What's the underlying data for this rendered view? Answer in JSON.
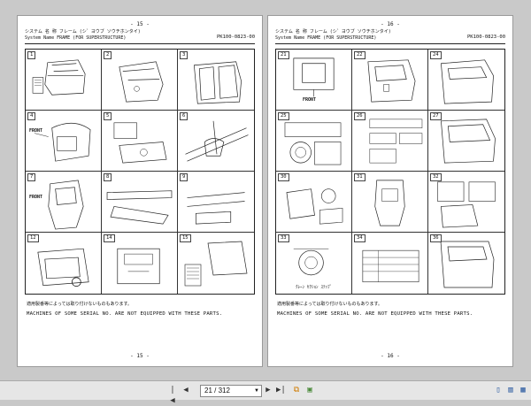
{
  "left_page": {
    "page_top": "- 15 -",
    "page_bottom": "- 15 -",
    "header_jp": "システム 名 称    フレーム (シ゛ヨウブ ソウチホンタイ)",
    "header_en": "System  Name    FRAME (FOR SUPERSTRUCTURE)",
    "code": "PK100-0823-00",
    "cells": [
      "1",
      "2",
      "3",
      "4",
      "5",
      "6",
      "7",
      "8",
      "9",
      "12",
      "14",
      "15"
    ],
    "labels": {
      "front1": "FRONT",
      "front2": "FRONT"
    },
    "note_jp": "適用製番等によっては取り付けないものもあります。",
    "note_en": "MACHINES OF SOME SERIAL NO. ARE NOT EQUIPPED WITH THESE PARTS."
  },
  "right_page": {
    "page_top": "- 16 -",
    "page_bottom": "- 16 -",
    "header_jp": "システム 名 称    フレーム (シ゛ヨウブ ソウチホンタイ)",
    "header_en": "System  Name    FRAME (FOR SUPERSTRUCTURE)",
    "code": "PK100-0823-00",
    "cells": [
      "21",
      "22",
      "24",
      "25",
      "26",
      "27",
      "30",
      "31",
      "32",
      "33",
      "34",
      "36"
    ],
    "labels": {
      "front": "FRONT",
      "step": "ｸﾚｰﾝ ｾｸｼｮﾝ ｽﾃｯﾌﾟ"
    },
    "note_jp": "適用製番等によっては取り付けないものもあります。",
    "note_en": "MACHINES OF SOME SERIAL NO. ARE NOT EQUIPPED WITH THESE PARTS."
  },
  "toolbar": {
    "page_indicator": "21 / 312",
    "first_icon": "first-page-icon",
    "prev_icon": "previous-page-icon",
    "next_icon": "next-page-icon",
    "last_icon": "last-page-icon"
  }
}
